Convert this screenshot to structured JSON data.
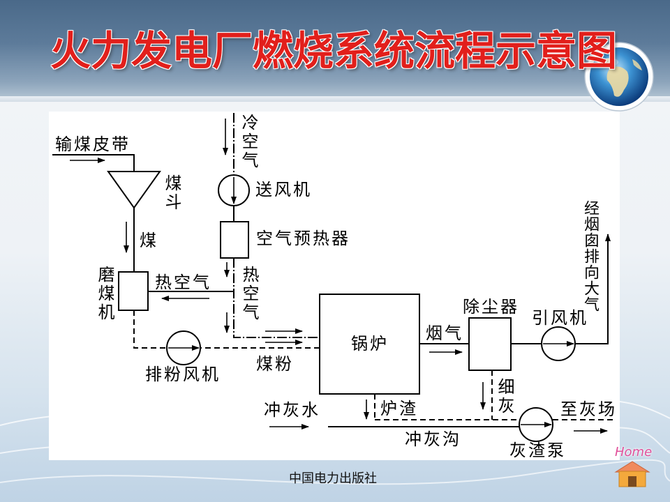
{
  "slide": {
    "title": "火力发电厂燃烧系统流程示意图",
    "publisher": "中国电力出版社",
    "home_label": "Home"
  },
  "diagram": {
    "labels": {
      "coal_belt": "输煤皮带",
      "coal_hopper": "煤斗",
      "coal": "煤",
      "coal_mill": "磨煤机",
      "hot_air_to_mill": "热空气",
      "cold_air": "冷空气",
      "forced_draft_fan": "送风机",
      "air_preheater": "空气预热器",
      "hot_air": "热空气",
      "exhauster_fan": "排粉风机",
      "pulverized_coal": "煤粉",
      "boiler": "锅炉",
      "flue_gas": "烟气",
      "dust_collector": "除尘器",
      "induced_draft_fan": "引风机",
      "to_atmosphere": "经烟囱排向大气",
      "slag": "炉渣",
      "fine_ash": "细灰",
      "sluice_water": "冲灰水",
      "to_ash_yard": "至灰场",
      "ash_trench": "冲灰沟",
      "slag_pump": "灰渣泵"
    }
  },
  "colors": {
    "title": "#e21f1b",
    "line": "#000000",
    "home_text": "#e0509a"
  },
  "icons": {
    "globe": "globe-icon",
    "home": "home-icon"
  }
}
